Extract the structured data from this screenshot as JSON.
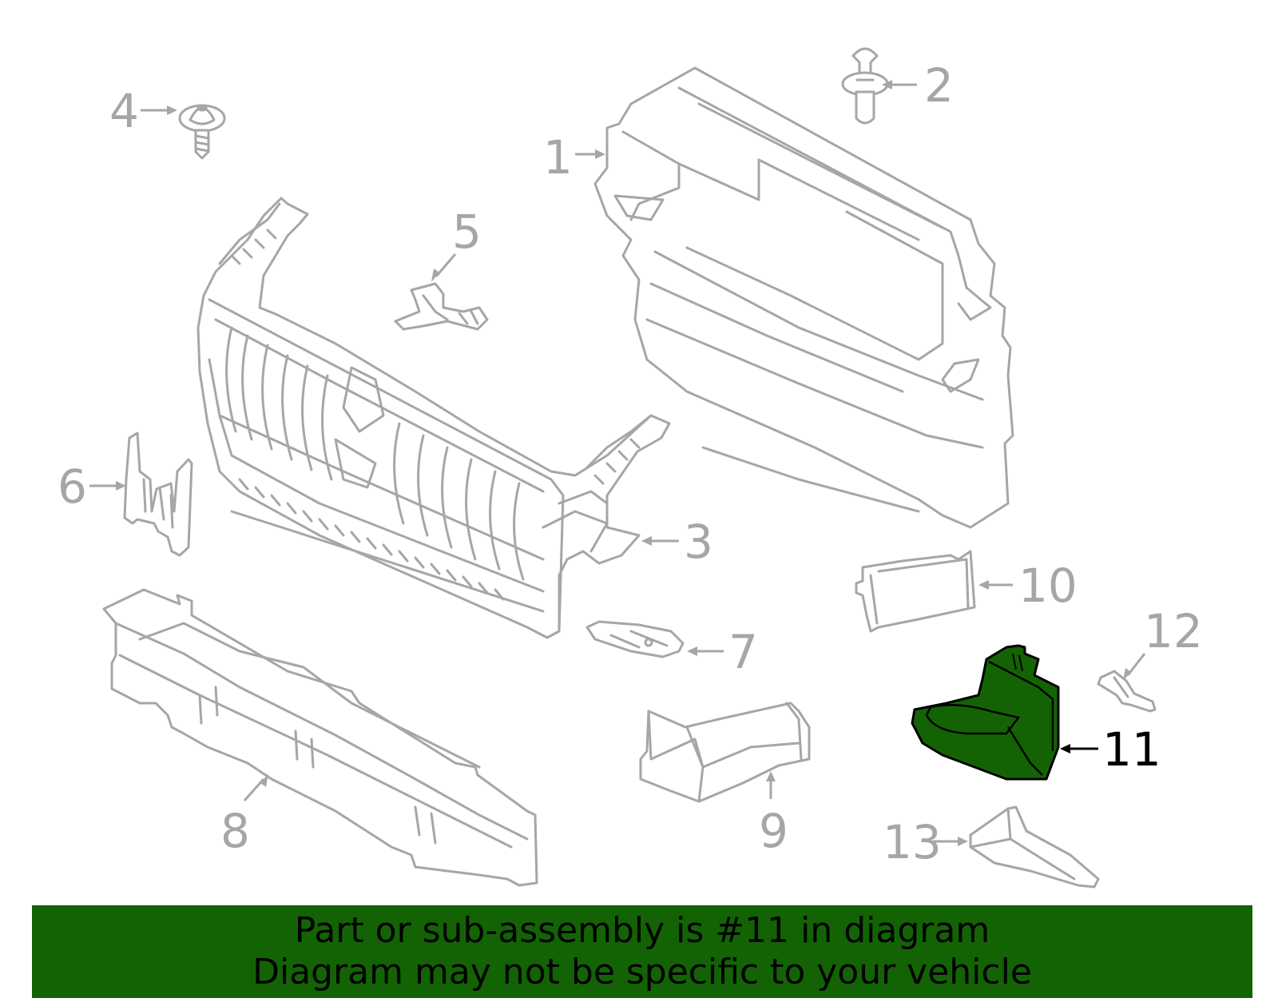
{
  "diagram": {
    "callouts": [
      {
        "id": "1",
        "label": "1"
      },
      {
        "id": "2",
        "label": "2"
      },
      {
        "id": "3",
        "label": "3"
      },
      {
        "id": "4",
        "label": "4"
      },
      {
        "id": "5",
        "label": "5"
      },
      {
        "id": "6",
        "label": "6"
      },
      {
        "id": "7",
        "label": "7"
      },
      {
        "id": "8",
        "label": "8"
      },
      {
        "id": "9",
        "label": "9"
      },
      {
        "id": "10",
        "label": "10"
      },
      {
        "id": "11",
        "label": "11",
        "highlighted": true
      },
      {
        "id": "12",
        "label": "12"
      },
      {
        "id": "13",
        "label": "13"
      }
    ],
    "highlight_color": "#136305",
    "part_line_color": "#a6a6a6"
  },
  "banner": {
    "line1": "Part or sub-assembly is #11 in diagram",
    "line2": "Diagram may not be specific to your vehicle",
    "background": "#136305"
  }
}
